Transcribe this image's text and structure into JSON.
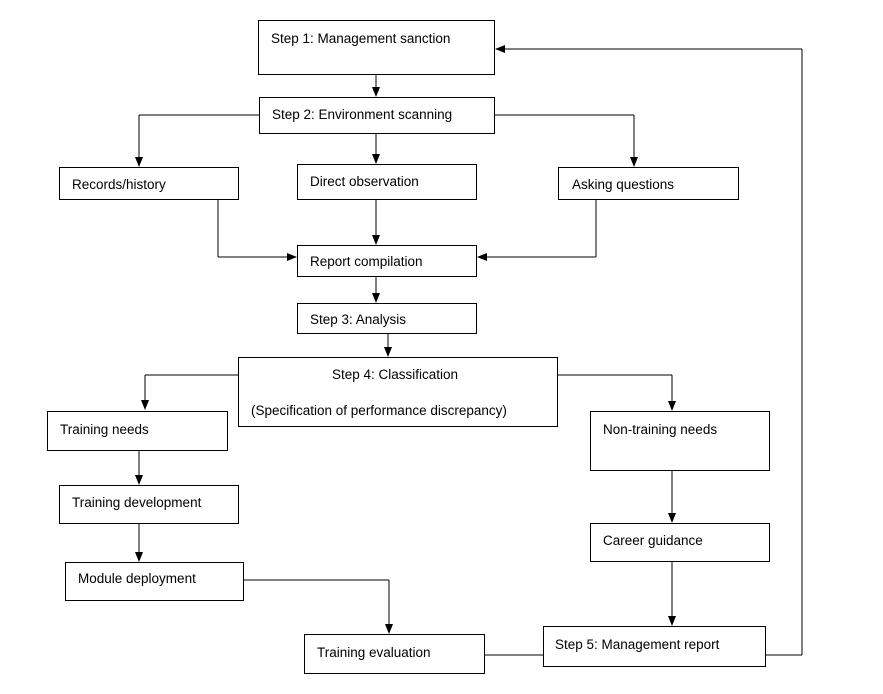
{
  "diagram": {
    "step1": "Step 1: Management sanction",
    "step2": "Step 2: Environment  scanning",
    "records": "Records/history",
    "direct": "Direct observation",
    "asking": "Asking questions",
    "report_compilation": "Report compilation",
    "step3": "Step 3: Analysis",
    "step4": "Step 4: Classification",
    "step4_sub": "(Specification of performance discrepancy)",
    "training_needs": "Training needs",
    "non_training_needs": "Non-training needs",
    "training_development": "Training development",
    "module_deployment": "Module deployment",
    "career_guidance": "Career guidance",
    "training_evaluation": "Training evaluation",
    "step5": "Step 5: Management report"
  },
  "colors": {
    "line": "#000000",
    "background": "#ffffff"
  }
}
